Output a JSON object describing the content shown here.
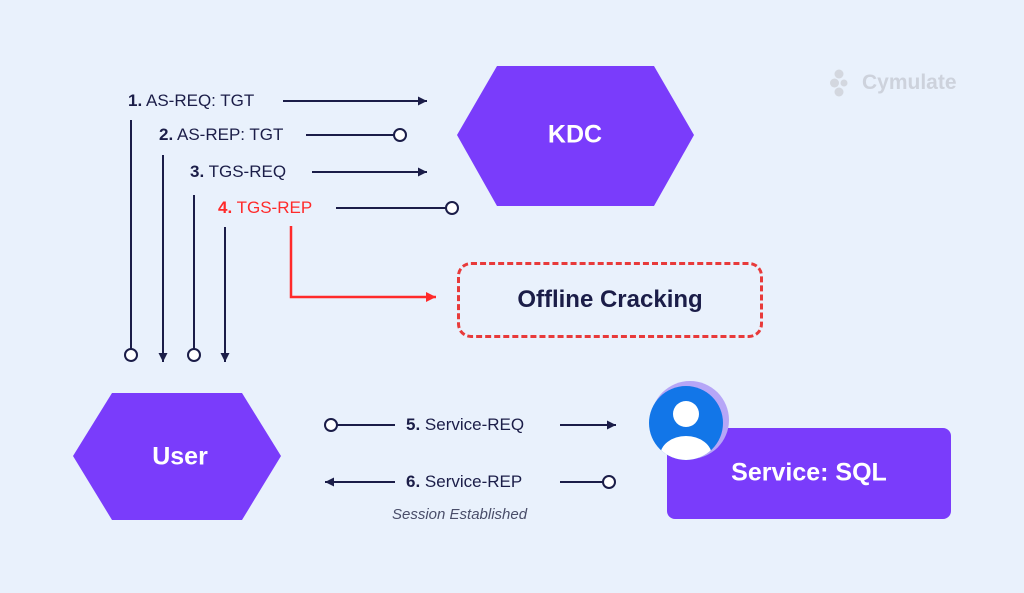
{
  "flow_steps": [
    {
      "num": "1.",
      "text": "AS-REQ: TGT",
      "highlight": false
    },
    {
      "num": "2.",
      "text": "AS-REP: TGT",
      "highlight": false
    },
    {
      "num": "3.",
      "text": "TGS-REQ",
      "highlight": false
    },
    {
      "num": "4.",
      "text": "TGS-REP",
      "highlight": true
    },
    {
      "num": "5.",
      "text": "Service-REQ",
      "highlight": false
    },
    {
      "num": "6.",
      "text": "Service-REP",
      "highlight": false
    }
  ],
  "nodes": {
    "kdc": "KDC",
    "user": "User",
    "service": "Service: SQL",
    "offline": "Offline Cracking"
  },
  "session_note": "Session Established",
  "brand": {
    "name": "Cymulate",
    "icon": "cymulate-dots-logo"
  },
  "colors": {
    "background": "#e9f1fc",
    "node_fill": "#7a3cfb",
    "text_dark": "#1b1d48",
    "highlight_red": "#ff2a2a",
    "avatar_blue": "#1276e8"
  }
}
